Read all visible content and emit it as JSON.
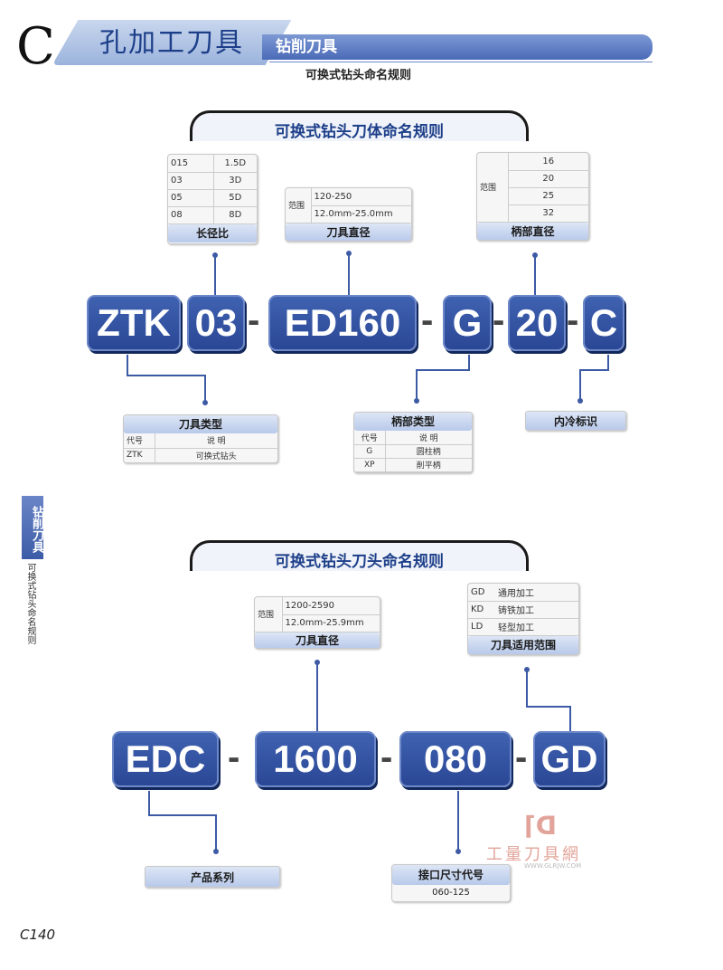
{
  "header": {
    "letter": "C",
    "title": "孔加工刀具",
    "subtitle": "钻削刀具",
    "tiny": "可换式钻头命名规则"
  },
  "section1": {
    "banner": "可换式钻头刀体命名规则"
  },
  "section2": {
    "banner": "可换式钻头刀头命名规则"
  },
  "ratio": {
    "label": "长径比",
    "rows": [
      [
        "015",
        "1.5D"
      ],
      [
        "03",
        "3D"
      ],
      [
        "05",
        "5D"
      ],
      [
        "08",
        "8D"
      ]
    ]
  },
  "diam1": {
    "label": "刀具直径",
    "range": "范围",
    "rows": [
      "120-250",
      "12.0mm-25.0mm"
    ]
  },
  "shankdia": {
    "label": "柄部直径",
    "range": "范围",
    "rows": [
      "16",
      "20",
      "25",
      "32"
    ]
  },
  "code1": {
    "c1": "ZTK",
    "c2": "03",
    "c3": "ED160",
    "c4": "G",
    "c5": "20",
    "c6": "C",
    "dash": "-"
  },
  "tooltype": {
    "label": "刀具类型",
    "h1": "代号",
    "h2": "说  明",
    "r1": "ZTK",
    "r2": "可换式钻头"
  },
  "shanktype": {
    "label": "柄部类型",
    "h1": "代号",
    "h2": "说  明",
    "rows": [
      [
        "G",
        "圆柱柄"
      ],
      [
        "XP",
        "削平柄"
      ]
    ]
  },
  "coolant": {
    "label": "内冷标识"
  },
  "side": {
    "main": "钻削刀具",
    "sub": "可换式钻头命名规则"
  },
  "diam2": {
    "label": "刀具直径",
    "range": "范围",
    "rows": [
      "1200-2590",
      "12.0mm-25.9mm"
    ]
  },
  "apply": {
    "label": "刀具适用范围",
    "rows": [
      [
        "GD",
        "通用加工"
      ],
      [
        "KD",
        "铸铁加工"
      ],
      [
        "LD",
        "轻型加工"
      ]
    ]
  },
  "code2": {
    "c1": "EDC",
    "c2": "1600",
    "c3": "080",
    "c4": "GD",
    "dash": "-"
  },
  "series": {
    "label": "产品系列"
  },
  "iface": {
    "label": "接口尺寸代号",
    "value": "060-125"
  },
  "page": {
    "number": "C140"
  },
  "watermark": {
    "text": "工量刀具網",
    "url": "WWW.GLRJW.COM"
  }
}
